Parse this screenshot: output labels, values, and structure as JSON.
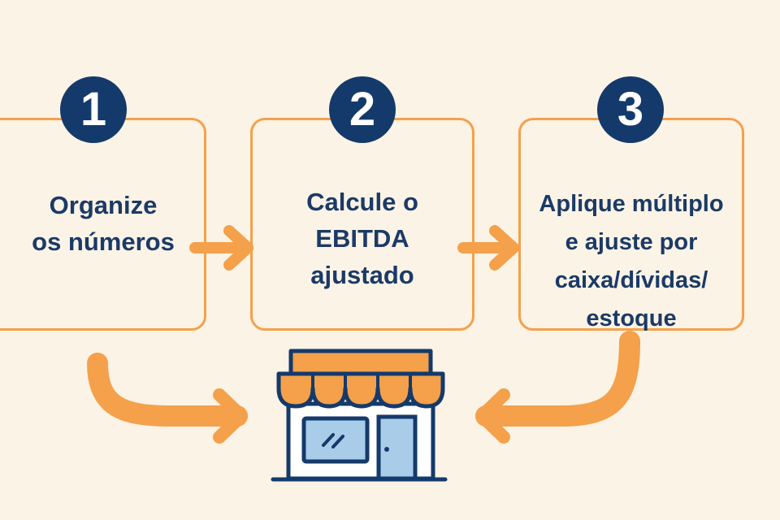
{
  "steps": [
    {
      "number": "1",
      "label": "Organize\nos números"
    },
    {
      "number": "2",
      "label": "Calcule o\nEBITDA\najustado"
    },
    {
      "number": "3",
      "label": "Aplique múltiplo\ne ajuste por\ncaixa/dívidas/\nestoque"
    }
  ],
  "colors": {
    "background": "#FBF3E6",
    "accent_orange": "#F5A04A",
    "navy": "#143A6B",
    "text": "#1B3A66",
    "store_window": "#A9CDE8",
    "store_awning": "#F5A04A"
  },
  "icons": [
    "right-arrow-icon",
    "curved-arrow-icon",
    "store-icon"
  ]
}
